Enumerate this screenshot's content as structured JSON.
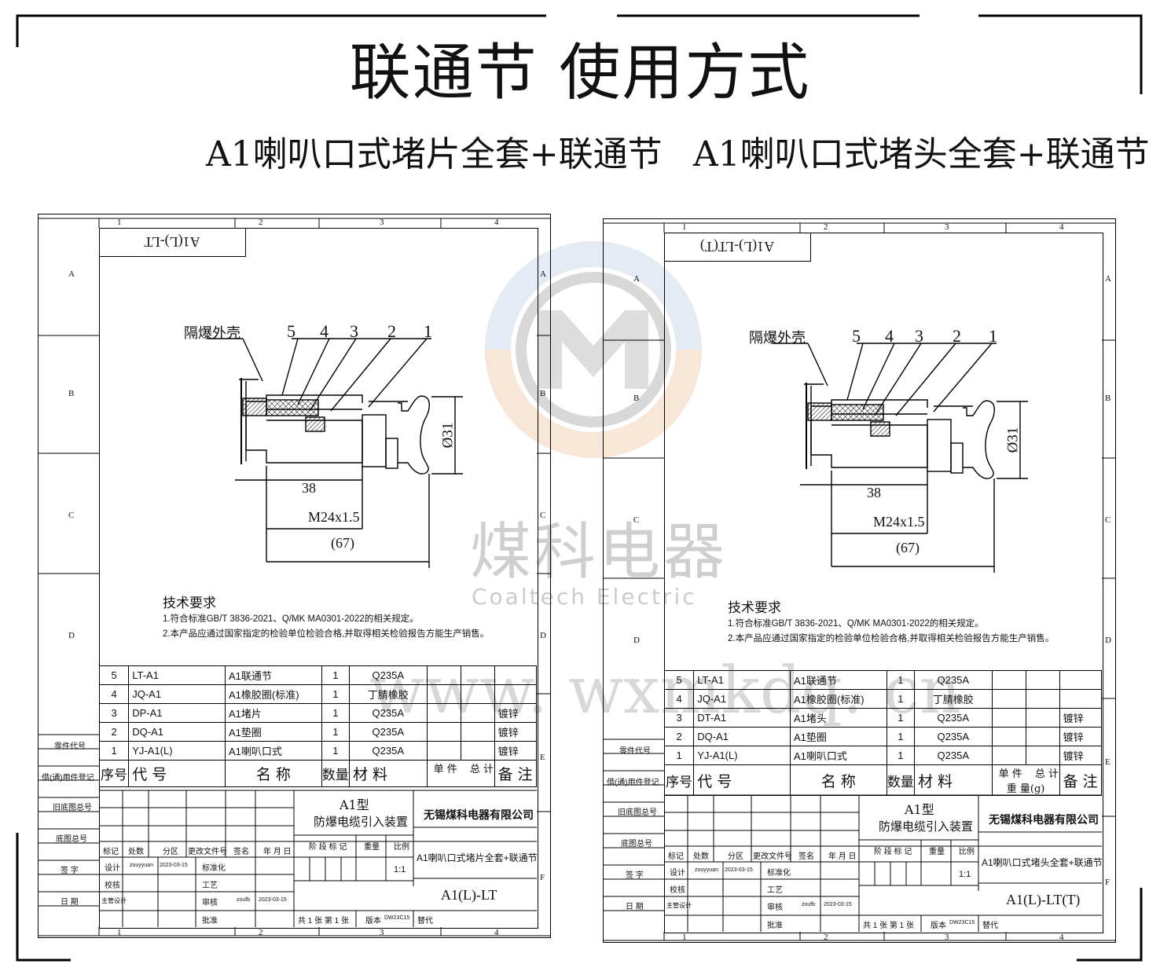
{
  "main_title": "联通节  使用方式",
  "subtitles": {
    "left": "A1喇叭口式堵片全套+联通节",
    "right": "A1喇叭口式堵头全套+联通节"
  },
  "watermark": {
    "cn": "煤科电器",
    "en": "Coaltech Electric",
    "url": "www. wxmkdq. cn"
  },
  "sheets": [
    {
      "mirror_code": "A1(L)-LT",
      "labels": {
        "shell": "隔爆外壳",
        "callouts": [
          "5",
          "4",
          "3",
          "2",
          "1"
        ],
        "dia": "Ø31",
        "dim1": "38",
        "dim2": "M24x1.5",
        "dim3": "(67)"
      },
      "tech": {
        "title": "技术要求",
        "lines": [
          "1.符合标准GB/T 3836-2021、Q/MK MA0301-2022的相关规定。",
          "2.本产品应通过国家指定的检验单位检验合格,并取得相关检验报告方能生产销售。"
        ]
      },
      "parts": [
        [
          "5",
          "LT-A1",
          "A1联通节",
          "1",
          "Q235A",
          ""
        ],
        [
          "4",
          "JQ-A1",
          "A1橡胶圈(标准)",
          "1",
          "丁腈橡胶",
          ""
        ],
        [
          "3",
          "DP-A1",
          "A1堵片",
          "1",
          "Q235A",
          "镀锌"
        ],
        [
          "2",
          "DQ-A1",
          "A1垫圈",
          "1",
          "Q235A",
          "镀锌"
        ],
        [
          "1",
          "YJ-A1(L)",
          "A1喇叭口式",
          "1",
          "Q235A",
          "镀锌"
        ]
      ],
      "product": "A1型",
      "product_desc": "防爆电缆引入装置",
      "company": "无锡煤科电器有限公司",
      "drawing_name": "A1喇叭口式堵片全套+联通节",
      "drawing_code": "A1(L)-LT",
      "weight_label": "",
      "date": "2023-03-15"
    },
    {
      "mirror_code": "A1(L)-LT(T)",
      "labels": {
        "shell": "隔爆外壳",
        "callouts": [
          "5",
          "4",
          "3",
          "2",
          "1"
        ],
        "dia": "Ø31",
        "dim1": "38",
        "dim2": "M24x1.5",
        "dim3": "(67)"
      },
      "tech": {
        "title": "技术要求",
        "lines": [
          "1.符合标准GB/T 3836-2021、Q/MK MA0301-2022的相关规定。",
          "2.本产品应通过国家指定的检验单位检验合格,并取得相关检验报告方能生产销售。"
        ]
      },
      "parts": [
        [
          "5",
          "LT-A1",
          "A1联通节",
          "1",
          "Q235A",
          ""
        ],
        [
          "4",
          "JQ-A1",
          "A1橡胶圈(标准)",
          "1",
          "丁腈橡胶",
          ""
        ],
        [
          "3",
          "DT-A1",
          "A1堵头",
          "1",
          "Q235A",
          "镀锌"
        ],
        [
          "2",
          "DQ-A1",
          "A1垫圈",
          "1",
          "Q235A",
          "镀锌"
        ],
        [
          "1",
          "YJ-A1(L)",
          "A1喇叭口式",
          "1",
          "Q235A",
          "镀锌"
        ]
      ],
      "product": "A1型",
      "product_desc": "防爆电缆引入装置",
      "company": "无锡煤科电器有限公司",
      "drawing_name": "A1喇叭口式堵头全套+联通节",
      "drawing_code": "A1(L)-LT(T)",
      "weight_label": "重  量(g)",
      "date": "2023-03-15"
    }
  ],
  "common": {
    "header": {
      "seq": "序号",
      "code": "代        号",
      "name": "名      称",
      "qty": "数量",
      "mat": "材    料",
      "unit": "单 件",
      "total": "总 计",
      "note": "备 注"
    },
    "left_col": {
      "part_code": "零件代号",
      "reg": "借(通)用件登记",
      "old": "旧底图总号",
      "base": "底图总号",
      "sign": "签 字",
      "date": "日 期"
    },
    "rev": {
      "mark": "标记",
      "count": "处数",
      "zone": "分区",
      "doc": "更改文件号",
      "signature": "签名",
      "ymd": "年 月 日"
    },
    "roles": {
      "design": "设计",
      "designer": "zouyyuan",
      "check": "校核",
      "chief": "主管设计",
      "std": "标准化",
      "craft": "工艺",
      "review": "审核",
      "reviewer": "zoufb",
      "approve": "批准"
    },
    "stage": {
      "stage": "阶 段 标 记",
      "weight": "重量",
      "scale": "比例",
      "scale_val": "1:1"
    },
    "footer": {
      "sheets": "共 1 张  第 1 张",
      "version": "版本",
      "ver_val": "DW23C15",
      "replace": "替代"
    },
    "zones_top": [
      "1",
      "2",
      "3",
      "4"
    ],
    "zones_side": [
      "A",
      "B",
      "C",
      "D",
      "E",
      "F"
    ]
  }
}
